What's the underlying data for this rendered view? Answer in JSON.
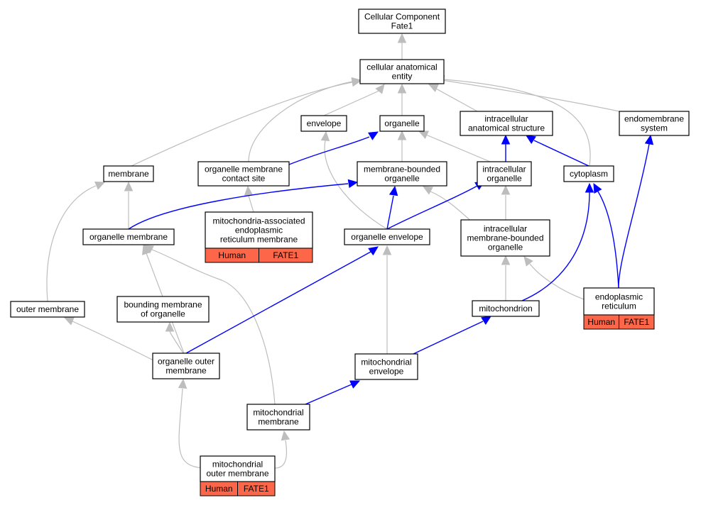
{
  "nodes": {
    "root": [
      "Cellular Component",
      "Fate1"
    ],
    "cae": [
      "cellular anatomical",
      "entity"
    ],
    "envelope": [
      "envelope"
    ],
    "organelle": [
      "organelle"
    ],
    "ias": [
      "intracellular",
      "anatomical structure"
    ],
    "endomembrane": [
      "endomembrane",
      "system"
    ],
    "membrane": [
      "membrane"
    ],
    "omcs": [
      "organelle membrane",
      "contact site"
    ],
    "mbo": [
      "membrane-bounded",
      "organelle"
    ],
    "io": [
      "intracellular",
      "organelle"
    ],
    "cytoplasm": [
      "cytoplasm"
    ],
    "mam": [
      "mitochondria-associated",
      "endoplasmic",
      "reticulum membrane"
    ],
    "orgmem": [
      "organelle membrane"
    ],
    "orgenv": [
      "organelle envelope"
    ],
    "imbo": [
      "intracellular",
      "membrane-bounded",
      "organelle"
    ],
    "outermem": [
      "outer membrane"
    ],
    "bmo": [
      "bounding membrane",
      "of organelle"
    ],
    "mito": [
      "mitochondrion"
    ],
    "er": [
      "endoplasmic",
      "reticulum"
    ],
    "oom": [
      "organelle outer",
      "membrane"
    ],
    "mitoenv": [
      "mitochondrial",
      "envelope"
    ],
    "mitomem": [
      "mitochondrial",
      "membrane"
    ],
    "mom": [
      "mitochondrial",
      "outer membrane"
    ]
  },
  "annotations": {
    "mam": [
      "Human",
      "FATE1"
    ],
    "er": [
      "Human",
      "FATE1"
    ],
    "mom": [
      "Human",
      "FATE1"
    ]
  },
  "colors": {
    "is_a_edge": "#bdbdbd",
    "part_of_edge": "#0000ff",
    "annotation_fill": "#fd6648"
  }
}
